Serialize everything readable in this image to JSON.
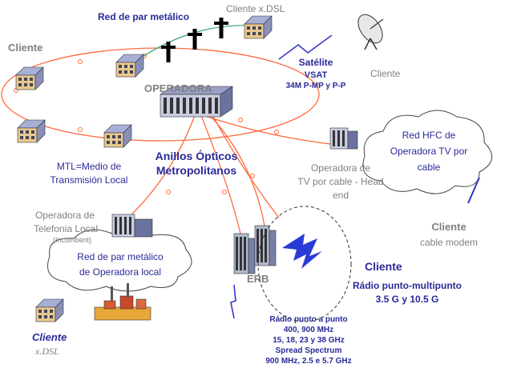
{
  "labels": {
    "red_par_metalico": "Red de par metálico",
    "cliente_xdsl_top": "Cliente x.DSL",
    "cliente_left": "Cliente",
    "satelite": "Satélite",
    "vsat": "VSAT",
    "vsat_rates": "34M P-MP y P-P",
    "cliente_right_top": "Cliente",
    "operadora": "OPERADORA",
    "red_hfc_1": "Red HFC de",
    "red_hfc_2": "Operadora TV por",
    "red_hfc_3": "cable",
    "anillos_1": "Anillos Ópticos",
    "anillos_2": "Metropolitanos",
    "mtl_1": "MTL=Medio de",
    "mtl_2": "Transmisión Local",
    "op_cable_1": "Operadora de",
    "op_cable_2": "TV por cable - Head",
    "op_cable_3": "end",
    "cliente_cable": "Cliente",
    "cable_modem": "cable modem",
    "op_telefonia_1": "Operadora de",
    "op_telefonia_2": "Telefonia Local",
    "incumbent": "(Incumbent)",
    "red_local_1": "Red de par metálico",
    "red_local_2": "de Operadora local",
    "cliente_radio": "Cliente",
    "radio_pmp": "Rádio punto-multipunto",
    "radio_pmp_freq": "3.5 G y 10.5 G",
    "erb": "ERB",
    "cliente_bottom": "Cliente",
    "xdsl_bottom": "x.DSL",
    "radio_pp": "Rádio punto a punto",
    "radio_pp_1": "400, 900 MHz",
    "radio_pp_2": "15, 18, 23 y 38 GHz",
    "radio_pp_3": "Spread Spectrum",
    "radio_pp_4": "900 MHz, 2.5 e 5.7 GHz"
  },
  "colors": {
    "fiber": "#ff6a3d",
    "link_blue": "#3636c8",
    "copper_line": "#30a070",
    "text_blue": "#2a2a9a",
    "text_gray": "#808080"
  }
}
